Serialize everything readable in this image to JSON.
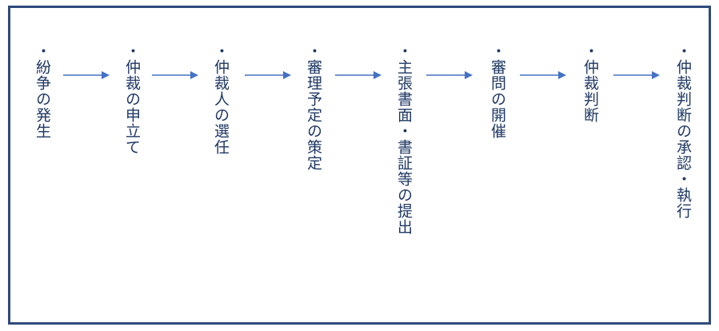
{
  "diagram": {
    "steps": [
      {
        "label": "・紛争の発生"
      },
      {
        "label": "・仲裁の申立て"
      },
      {
        "label": "・仲裁人の選任"
      },
      {
        "label": "・審理予定の策定"
      },
      {
        "label": "・主張書面・書証等の提出"
      },
      {
        "label": "・審問の開催"
      },
      {
        "label": "・仲裁判断"
      },
      {
        "label": "・仲裁判断の承認・執行"
      }
    ],
    "colors": {
      "text": "#1f3864",
      "arrow": "#4472c4",
      "frame": "#2f4b7c"
    }
  }
}
